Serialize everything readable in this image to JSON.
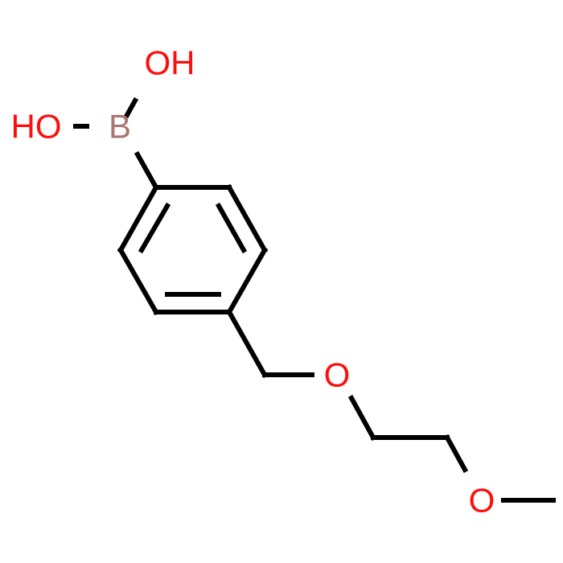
{
  "molecule": {
    "atoms": {
      "oh_top": "OH",
      "oh_left": "HO",
      "boron": "B",
      "ether_o1": "O",
      "ether_o2": "O"
    }
  },
  "colors": {
    "bond": "#000000",
    "oxygen": "#ff0d0d",
    "boron": "#a87570",
    "background": "#ffffff"
  }
}
